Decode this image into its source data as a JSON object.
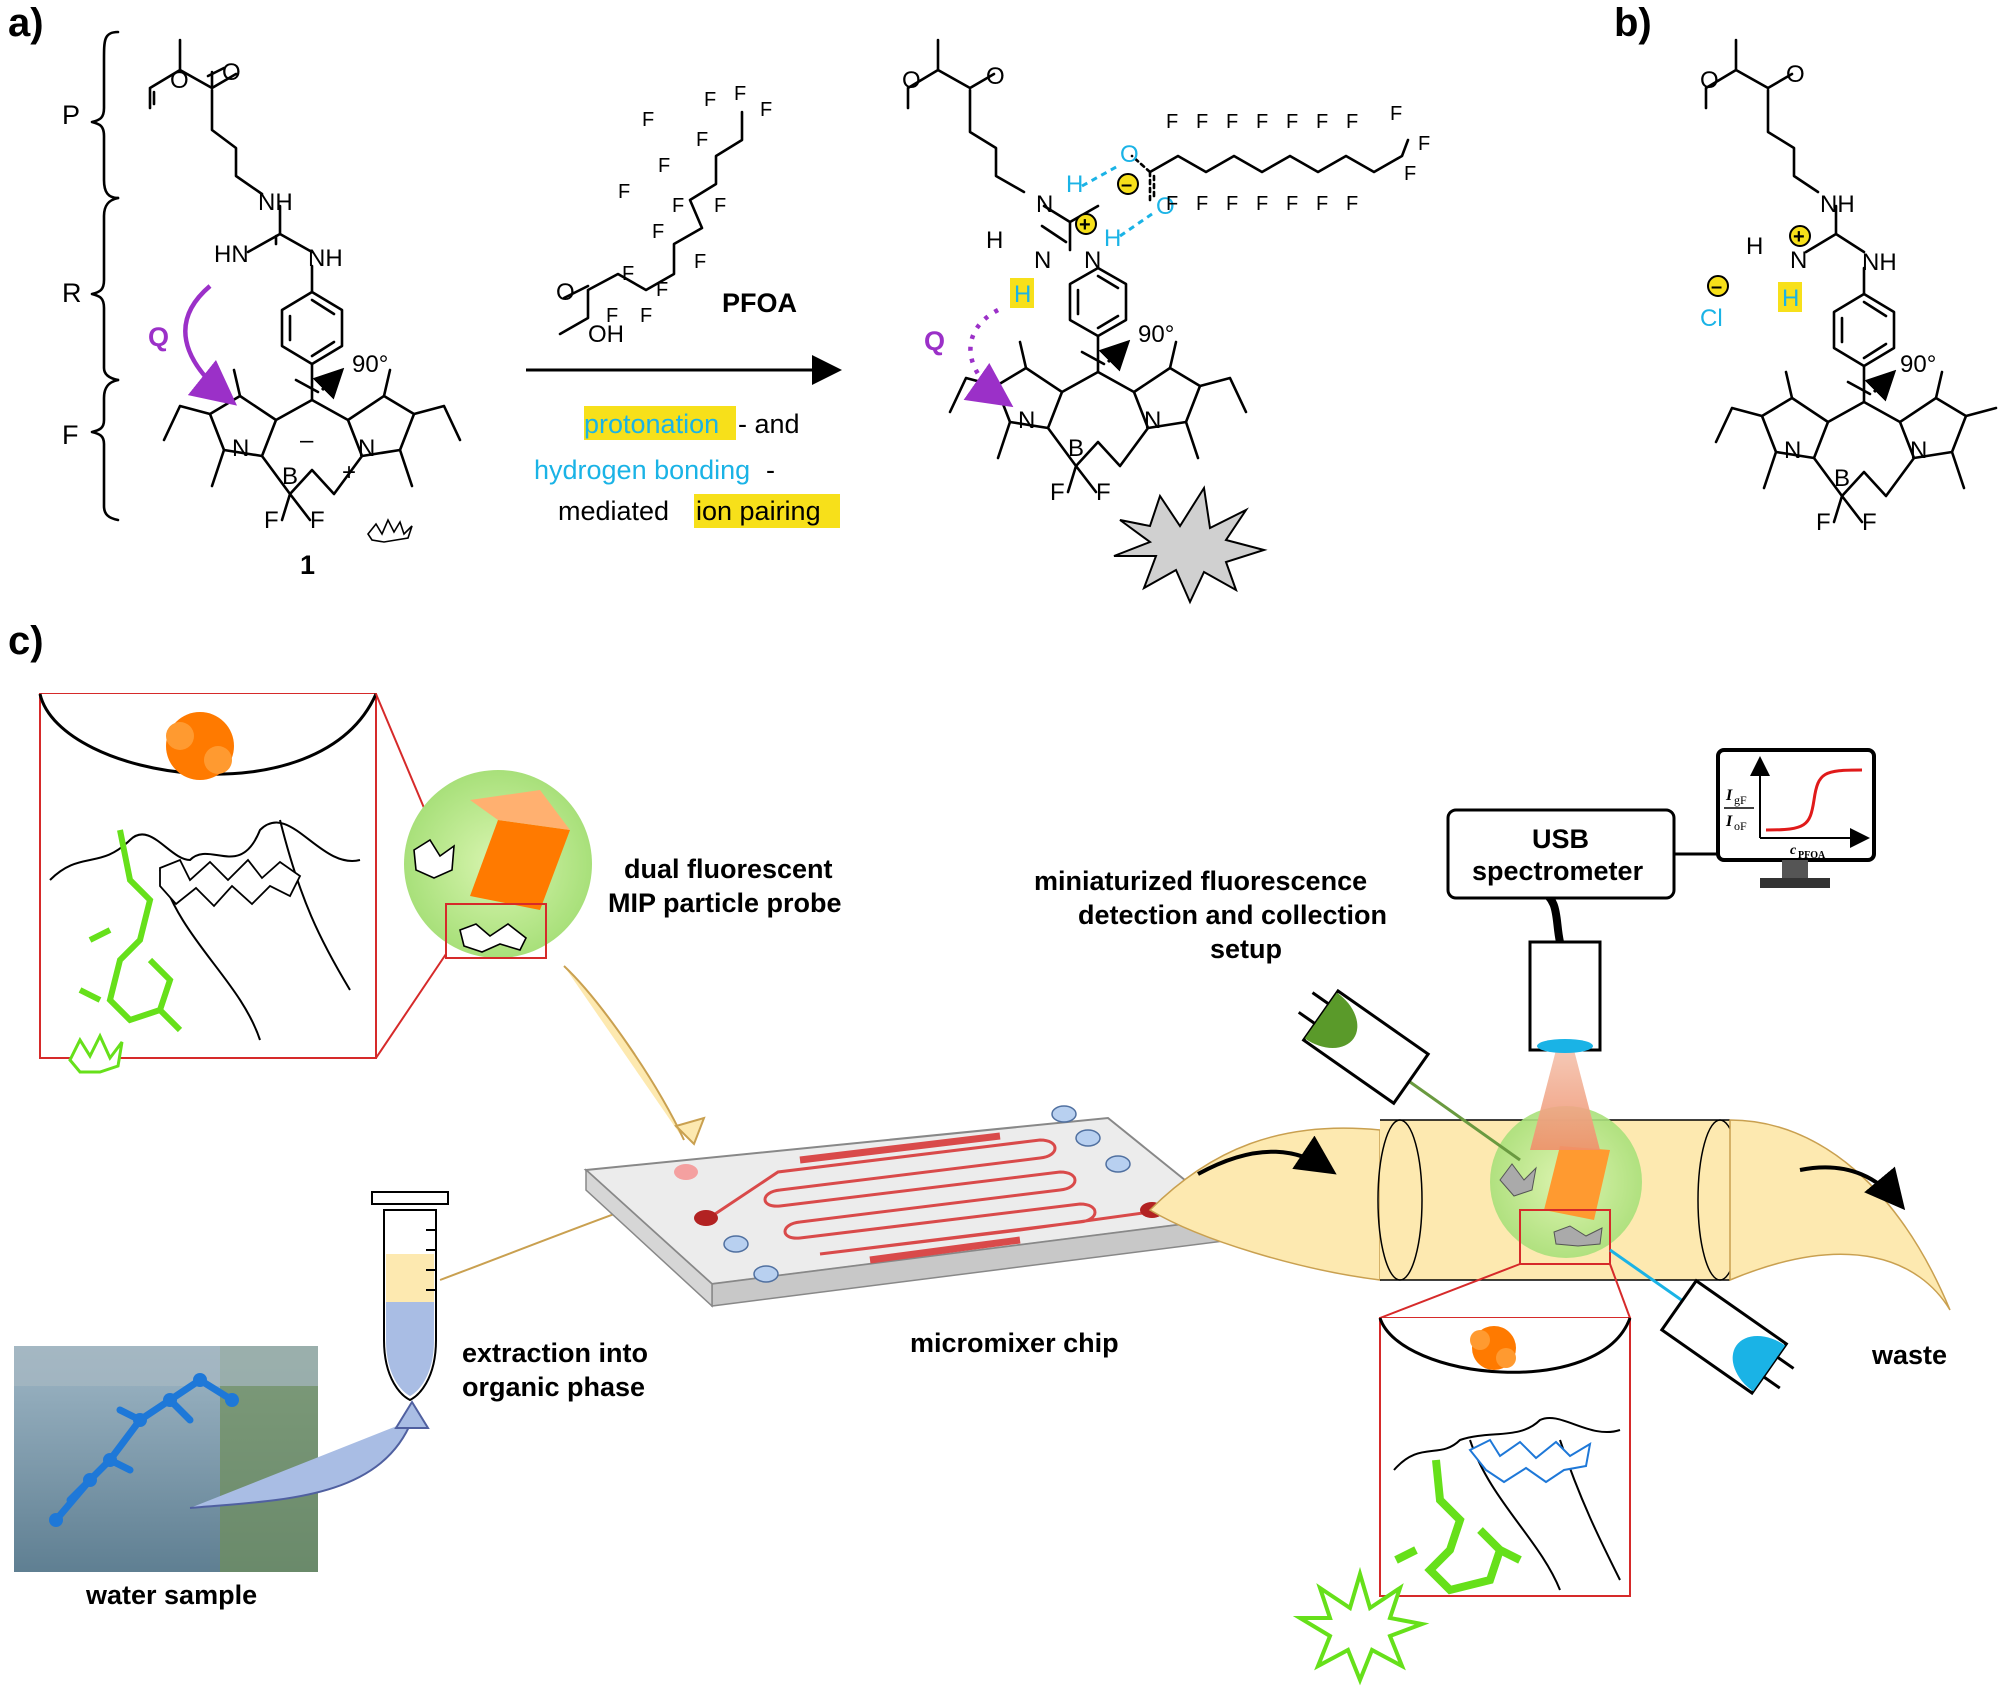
{
  "panels": {
    "a": "a)",
    "b": "b)",
    "c": "c)"
  },
  "segment_labels": {
    "P": "P",
    "R": "R",
    "F": "F"
  },
  "quencher_label": "Q",
  "angle_label": "90°",
  "compound_number": "1",
  "reagent": {
    "name": "PFOA",
    "hydroxyl": "OH",
    "oxygen": "O",
    "fluorine": "F"
  },
  "condition_text": {
    "protonation": "protonation",
    "and_suffix": "- and",
    "hydrogen_bonding": "hydrogen bonding",
    "dash": "-",
    "mediated": "mediated ",
    "ion_pairing": "ion pairing"
  },
  "atoms": {
    "NH": "NH",
    "HN": "HN",
    "N": "N",
    "H": "H",
    "B": "B",
    "O": "O",
    "F": "F",
    "Cl": "Cl",
    "plus": "+",
    "minus": "–"
  },
  "labels_c": {
    "probe": [
      "dual fluorescent",
      "MIP particle probe"
    ],
    "setup": [
      "miniaturized fluorescence",
      "detection and collection",
      "setup"
    ],
    "usb": [
      "USB",
      "spectrometer"
    ],
    "chip": "micromixer chip",
    "extraction": [
      "extraction into",
      "organic phase"
    ],
    "water": "water sample",
    "waste": "waste"
  },
  "graph_labels": {
    "numerator": "I",
    "numerator_sub": "gF",
    "denominator": "I",
    "denominator_sub": "oF",
    "x_label": "c",
    "x_sub": "PFOA"
  },
  "colors": {
    "quencher": "#9b30c8",
    "hbond": "#1ab3e6",
    "highlight": "#f7e01a",
    "fluor_green": "#66e01a",
    "fluor_orange": "#ff7a00",
    "chip_red": "#d94a4a",
    "tube_yellow": "#fde9b0",
    "water_blue": "#1e78d8"
  }
}
